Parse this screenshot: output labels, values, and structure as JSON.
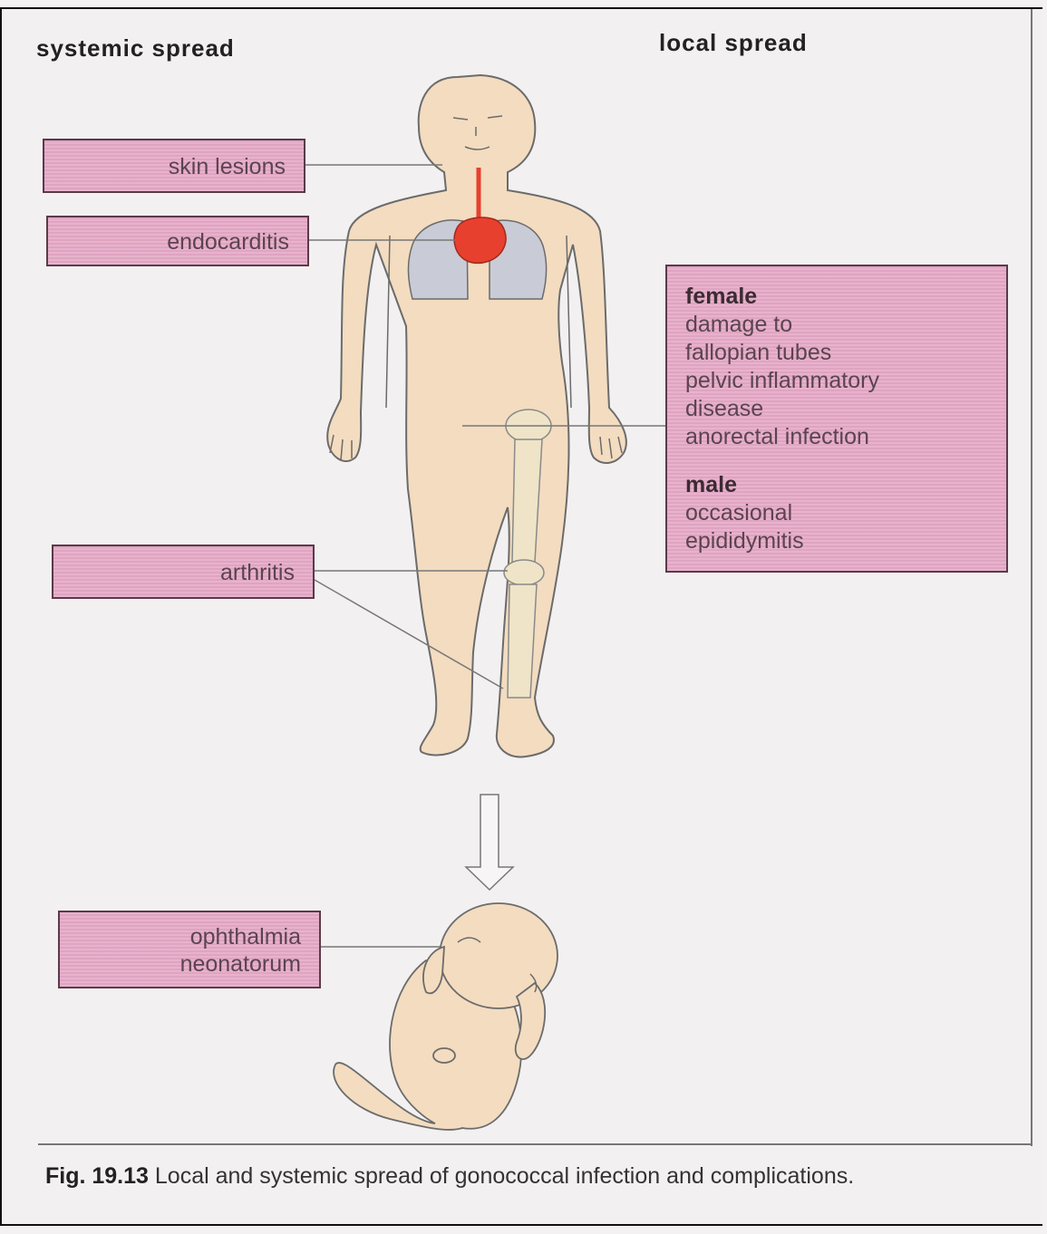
{
  "headings": {
    "systemic": "systemic spread",
    "local": "local spread"
  },
  "systemic_labels": {
    "skin": "skin lesions",
    "endocarditis": "endocarditis",
    "arthritis": "arthritis",
    "ophthalmia_line1": "ophthalmia",
    "ophthalmia_line2": "neonatorum"
  },
  "local_box": {
    "female_heading": "female",
    "female_items": [
      "damage to",
      "fallopian tubes",
      "pelvic inflammatory",
      "disease",
      "anorectal infection"
    ],
    "male_heading": "male",
    "male_items": [
      "occasional",
      "epididymitis"
    ]
  },
  "caption": {
    "figure_number": "Fig. 19.13",
    "text": "Local and systemic spread of gonococcal infection and complications."
  },
  "colors": {
    "label_box_fill": "#e6a9c7",
    "skin": "#f3dcc0",
    "lungs": "#c9cbd6",
    "heart": "#e8402e",
    "page": "#f2f0f1"
  }
}
